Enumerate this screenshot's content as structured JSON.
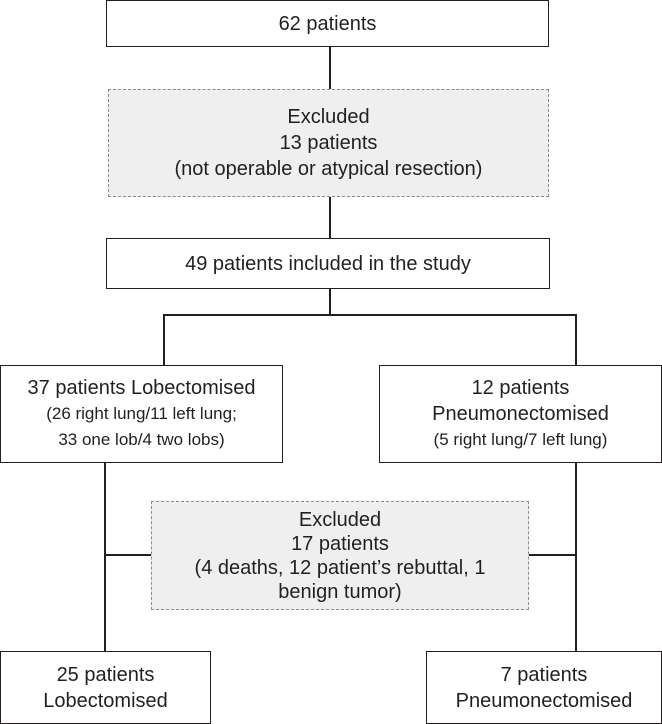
{
  "flowchart": {
    "total": {
      "line1": "62 patients"
    },
    "excluded_initial": {
      "line1": "Excluded",
      "line2": "13 patients",
      "line3": "(not operable or atypical resection)"
    },
    "included": {
      "line1": "49 patients included in the study"
    },
    "lobectomy": {
      "line1": "37 patients Lobectomised",
      "line2": "(26 right lung/11 left lung;",
      "line3": "33 one lob/4 two lobs)"
    },
    "pneumonectomy": {
      "line1": "12 patients",
      "line2": "Pneumonectomised",
      "line3": "(5 right lung/7 left lung)"
    },
    "excluded_followup": {
      "line1": "Excluded",
      "line2": "17 patients",
      "line3": "(4 deaths, 12 patient’s rebuttal, 1",
      "line4": "benign tumor)"
    },
    "final_lobectomy": {
      "line1": "25 patients",
      "line2": "Lobectomised"
    },
    "final_pneumonectomy": {
      "line1": "7 patients",
      "line2": "Pneumonectomised"
    }
  }
}
